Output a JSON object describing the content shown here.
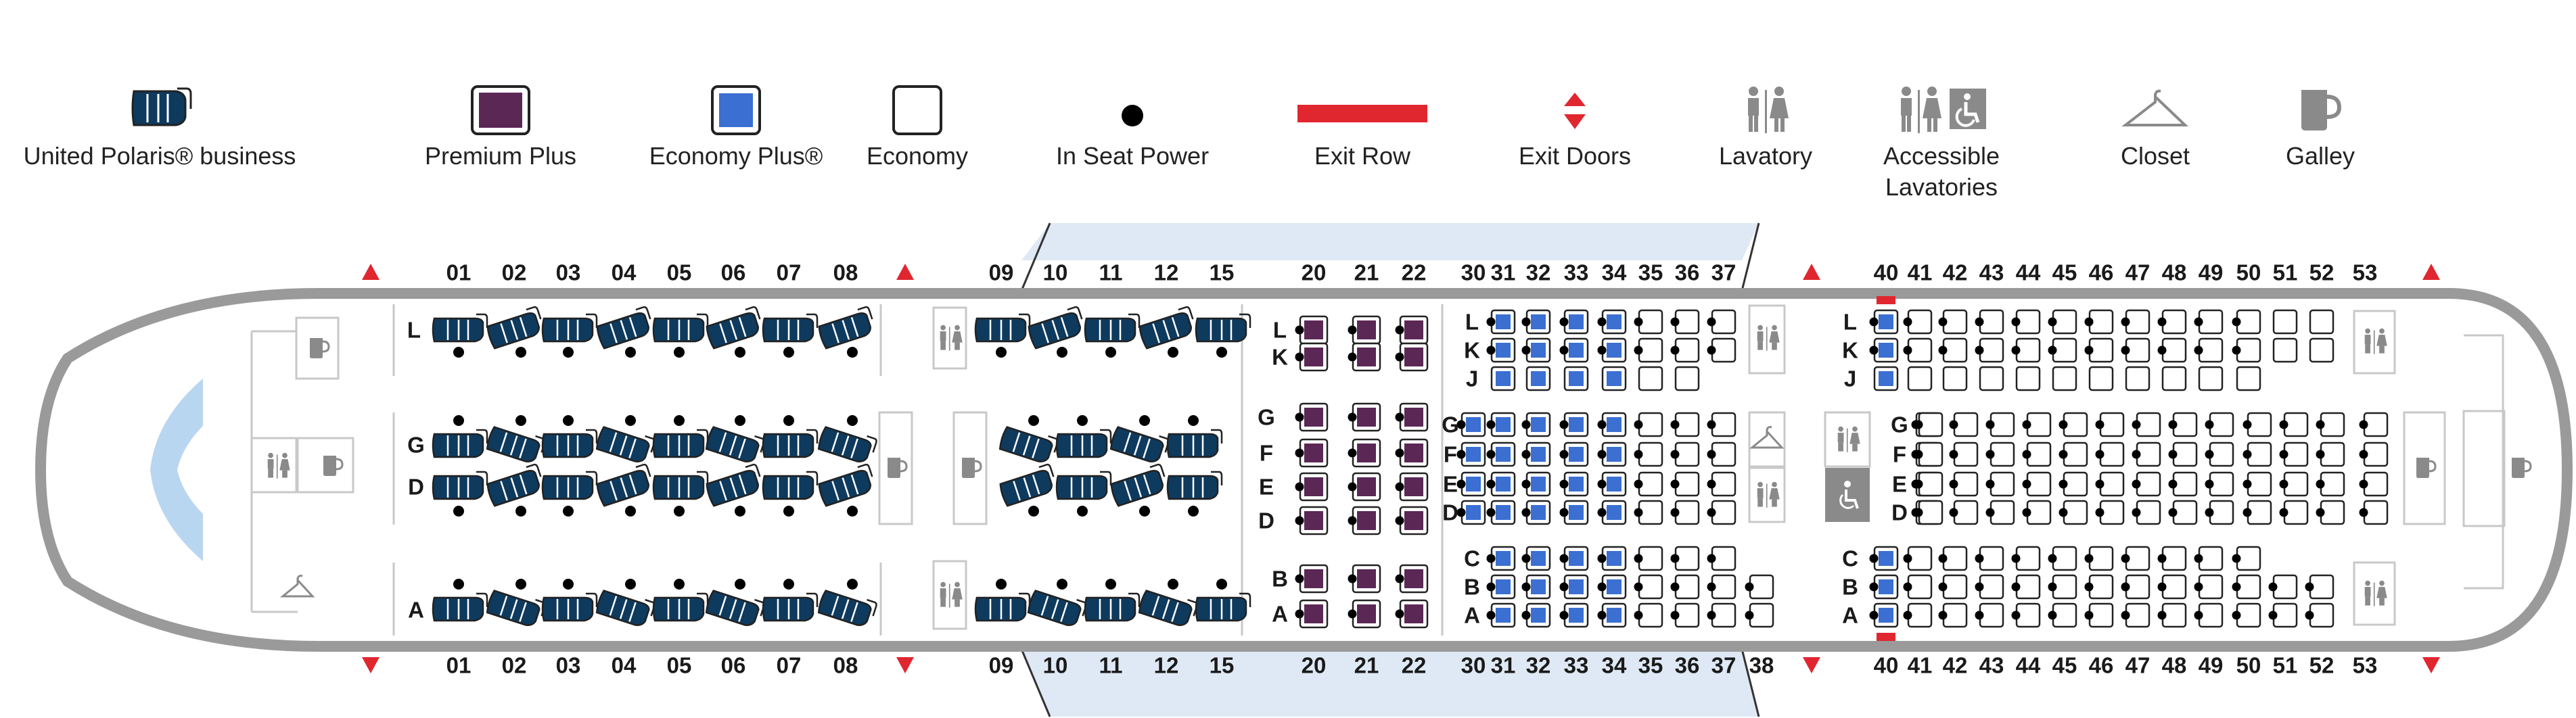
{
  "legend": {
    "polaris": "United Polaris® business",
    "premium": "Premium Plus",
    "econ_plus": "Economy Plus®",
    "economy": "Economy",
    "power": "In Seat Power",
    "exit_row": "Exit Row",
    "exit_doors": "Exit Doors",
    "lavatory": "Lavatory",
    "accessible_1": "Accessible",
    "accessible_2": "Lavatories",
    "closet": "Closet",
    "galley": "Galley"
  },
  "colors": {
    "polaris": "#0e3a5e",
    "premium": "#5b2755",
    "econ_plus": "#3b6fd1",
    "economy": "#ffffff",
    "exit": "#e0262f",
    "fuselage": "#9a9a9a",
    "fixture": "#8a8a8a"
  },
  "icons": [
    "seat-icon",
    "power-dot-icon",
    "exit-door-icon",
    "lavatory-icon",
    "accessible-lavatory-icon",
    "closet-icon",
    "galley-icon"
  ],
  "cabins": {
    "polaris_fwd": {
      "rows": [
        "01",
        "02",
        "03",
        "04",
        "05",
        "06",
        "07",
        "08"
      ],
      "letters_top": [
        "L"
      ],
      "letters_mid": [
        "G",
        "D"
      ],
      "letters_bot": [
        "A"
      ]
    },
    "polaris_aft": {
      "rows": [
        "09",
        "10",
        "11",
        "12",
        "15"
      ]
    },
    "premium_plus": {
      "rows": [
        "20",
        "21",
        "22"
      ],
      "letters_top": [
        "L",
        "K"
      ],
      "letters_mid": [
        "G",
        "F",
        "E",
        "D"
      ],
      "letters_bot": [
        "B",
        "A"
      ]
    },
    "economy_fwd": {
      "rows_top": [
        "30",
        "31",
        "32",
        "33",
        "34",
        "35",
        "36",
        "37"
      ],
      "rows_bottom": [
        "30",
        "31",
        "32",
        "33",
        "34",
        "35",
        "36",
        "37",
        "38"
      ],
      "letters_top": [
        "L",
        "K",
        "J"
      ],
      "letters_mid": [
        "G",
        "F",
        "E",
        "D"
      ],
      "letters_bot": [
        "C",
        "B",
        "A"
      ],
      "econ_plus_rows": [
        "30",
        "31",
        "32",
        "33",
        "34"
      ]
    },
    "economy_aft": {
      "rows": [
        "40",
        "41",
        "42",
        "43",
        "44",
        "45",
        "46",
        "47",
        "48",
        "49",
        "50",
        "51",
        "52",
        "53"
      ],
      "letters_top": [
        "L",
        "K",
        "J"
      ],
      "letters_mid": [
        "G",
        "F",
        "E",
        "D"
      ],
      "letters_bot": [
        "C",
        "B",
        "A"
      ],
      "econ_plus_rows": [
        "40"
      ]
    }
  }
}
